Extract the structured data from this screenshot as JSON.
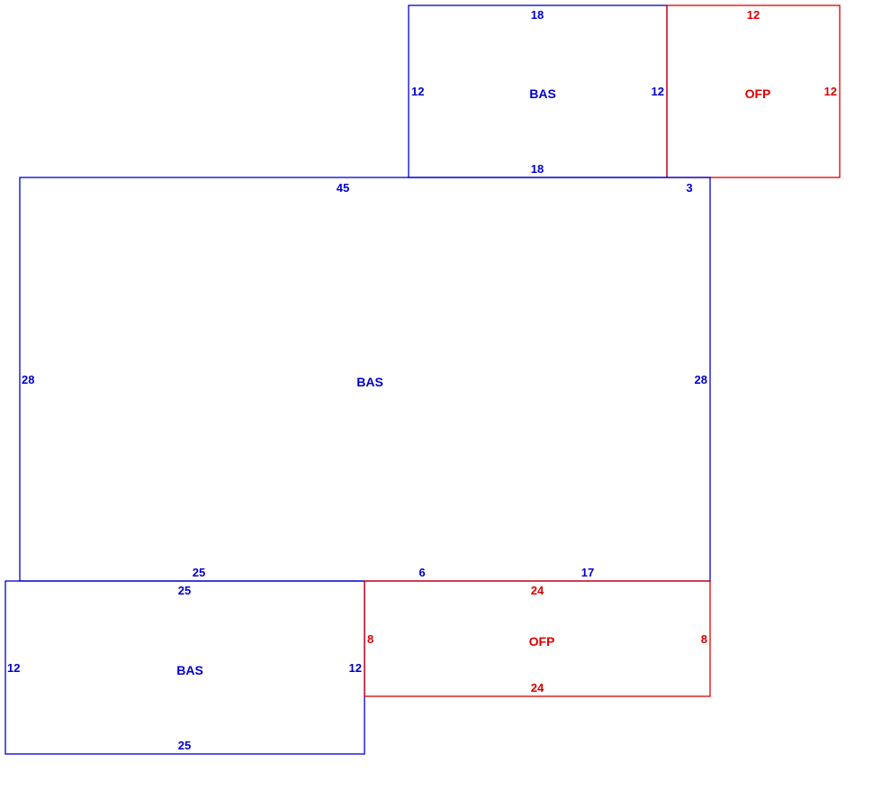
{
  "colors": {
    "bas": "#0000CC",
    "ofp": "#DD0000",
    "background": "#FFFFFF"
  },
  "areas": {
    "bas_top": {
      "label": "BAS",
      "top": "18",
      "bottom": "18",
      "left": "12",
      "right": "12"
    },
    "ofp_top": {
      "label": "OFP",
      "top": "12",
      "right": "12"
    },
    "bas_main": {
      "label": "BAS",
      "top": "45",
      "top_right": "3",
      "left": "28",
      "right": "28",
      "bottom_left": "25",
      "bottom_mid": "6",
      "bottom_right": "17"
    },
    "bas_bottom": {
      "label": "BAS",
      "top": "25",
      "bottom": "25",
      "left": "12",
      "right": "12"
    },
    "ofp_bottom": {
      "label": "OFP",
      "top": "24",
      "bottom": "24",
      "left": "8",
      "right": "8"
    }
  }
}
